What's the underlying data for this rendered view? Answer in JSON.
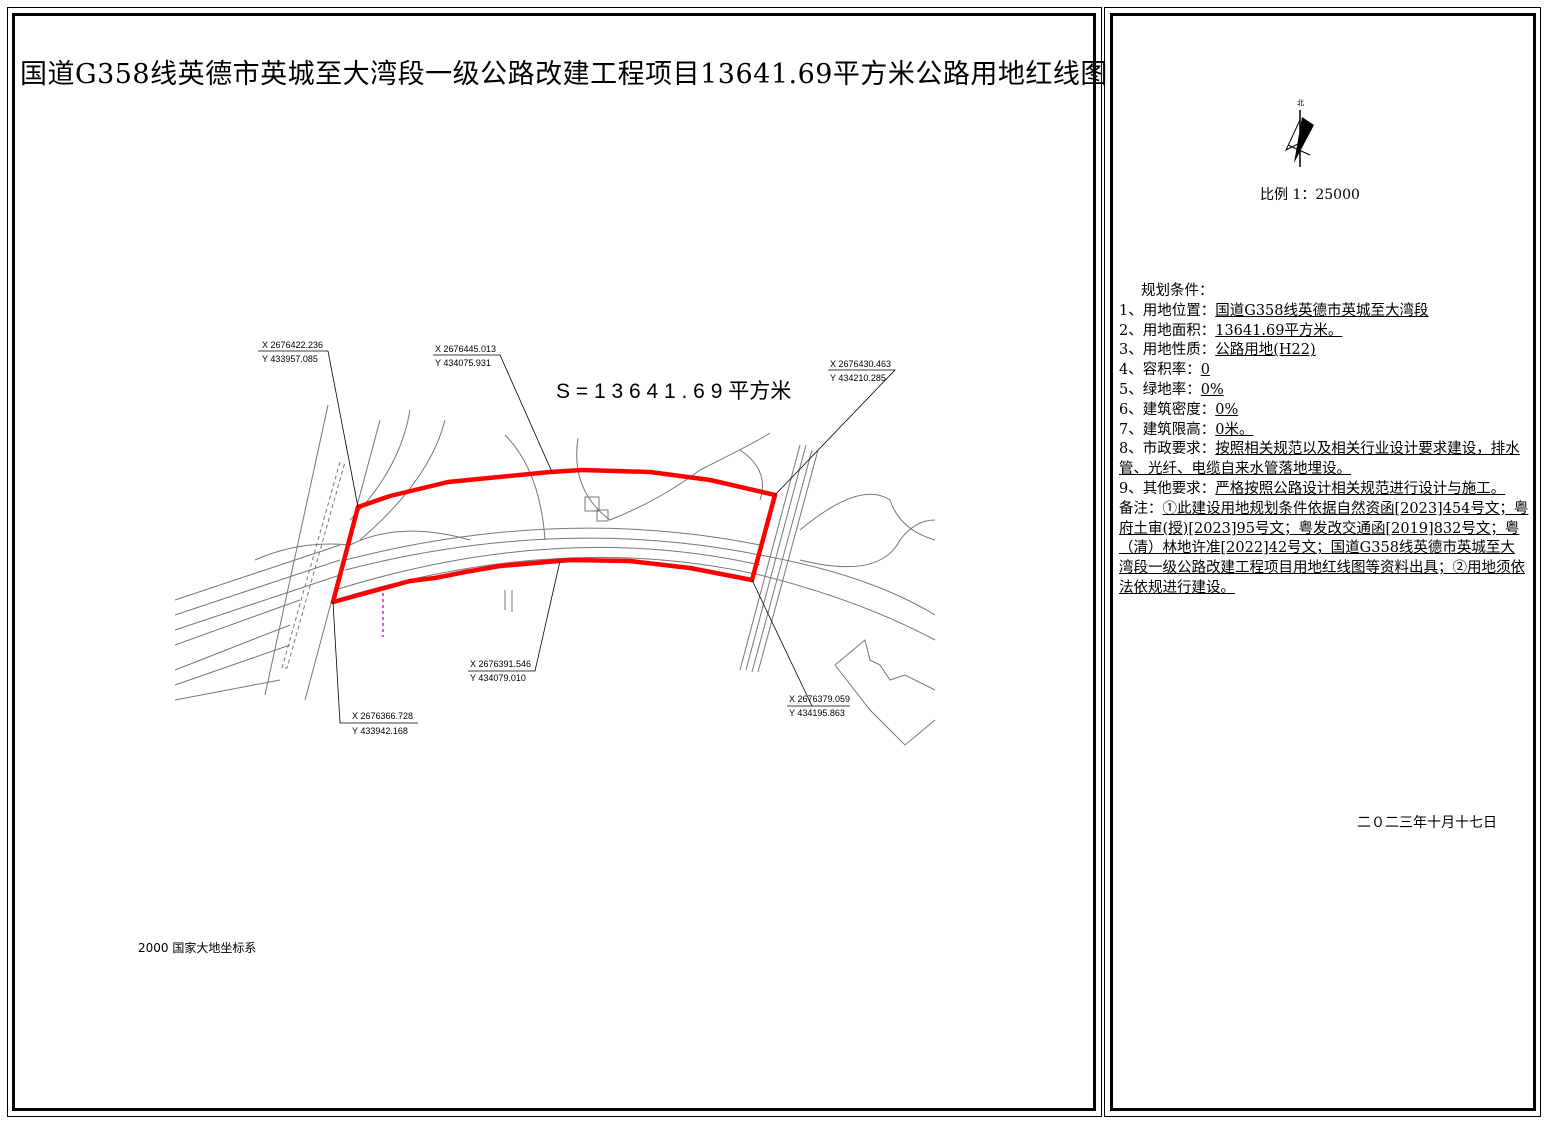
{
  "title": "国道G358线英德市英城至大湾段一级公路改建工程项目13641.69平方米公路用地红线图",
  "map": {
    "area_label": "S = 1 3 6 4 1 . 6 9 平方米",
    "coordinate_system": "2000 国家大地坐标系",
    "boundary_color": "#ff0000",
    "points": [
      {
        "x": "X 2676422.236",
        "y": "Y 433957.085"
      },
      {
        "x": "X 2676445.013",
        "y": "Y 434075.931"
      },
      {
        "x": "X 2676430.463",
        "y": "Y 434210.285"
      },
      {
        "x": "X 2676379.059",
        "y": "Y 434195.863"
      },
      {
        "x": "X 2676391.546",
        "y": "Y 434079.010"
      },
      {
        "x": "X 2676366.728",
        "y": "Y 433942.168"
      }
    ]
  },
  "sidebar": {
    "north_label": "北",
    "scale": "比例 1：25000",
    "conditions_title": "规划条件：",
    "conditions": [
      {
        "label": "1、用地位置：",
        "value": "国道G358线英德市英城至大湾段"
      },
      {
        "label": "2、用地面积：",
        "value": "13641.69平方米。"
      },
      {
        "label": "3、用地性质：",
        "value": "公路用地(H22)"
      },
      {
        "label": "4、容积率：",
        "value": "0"
      },
      {
        "label": "5、绿地率：",
        "value": "0%"
      },
      {
        "label": "6、建筑密度：",
        "value": "0%"
      },
      {
        "label": "7、建筑限高：",
        "value": "0米。"
      },
      {
        "label": "8、市政要求：",
        "value": "按照相关规范以及相关行业设计要求建设，排水管、光纤、电缆自来水管落地埋设。"
      },
      {
        "label": "9、其他要求：",
        "value": "严格按照公路设计相关规范进行设计与施工。"
      },
      {
        "label": "备注：",
        "value": "①此建设用地规划条件依据自然资函[2023]454号文；粤府土审(授)[2023]95号文；粤发改交通函[2019]832号文；粤（清）林地许准[2022]42号文；国道G358线英德市英城至大湾段一级公路改建工程项目用地红线图等资料出具；②用地须依法依规进行建设。"
      }
    ],
    "date": "二０二三年十月十七日"
  }
}
